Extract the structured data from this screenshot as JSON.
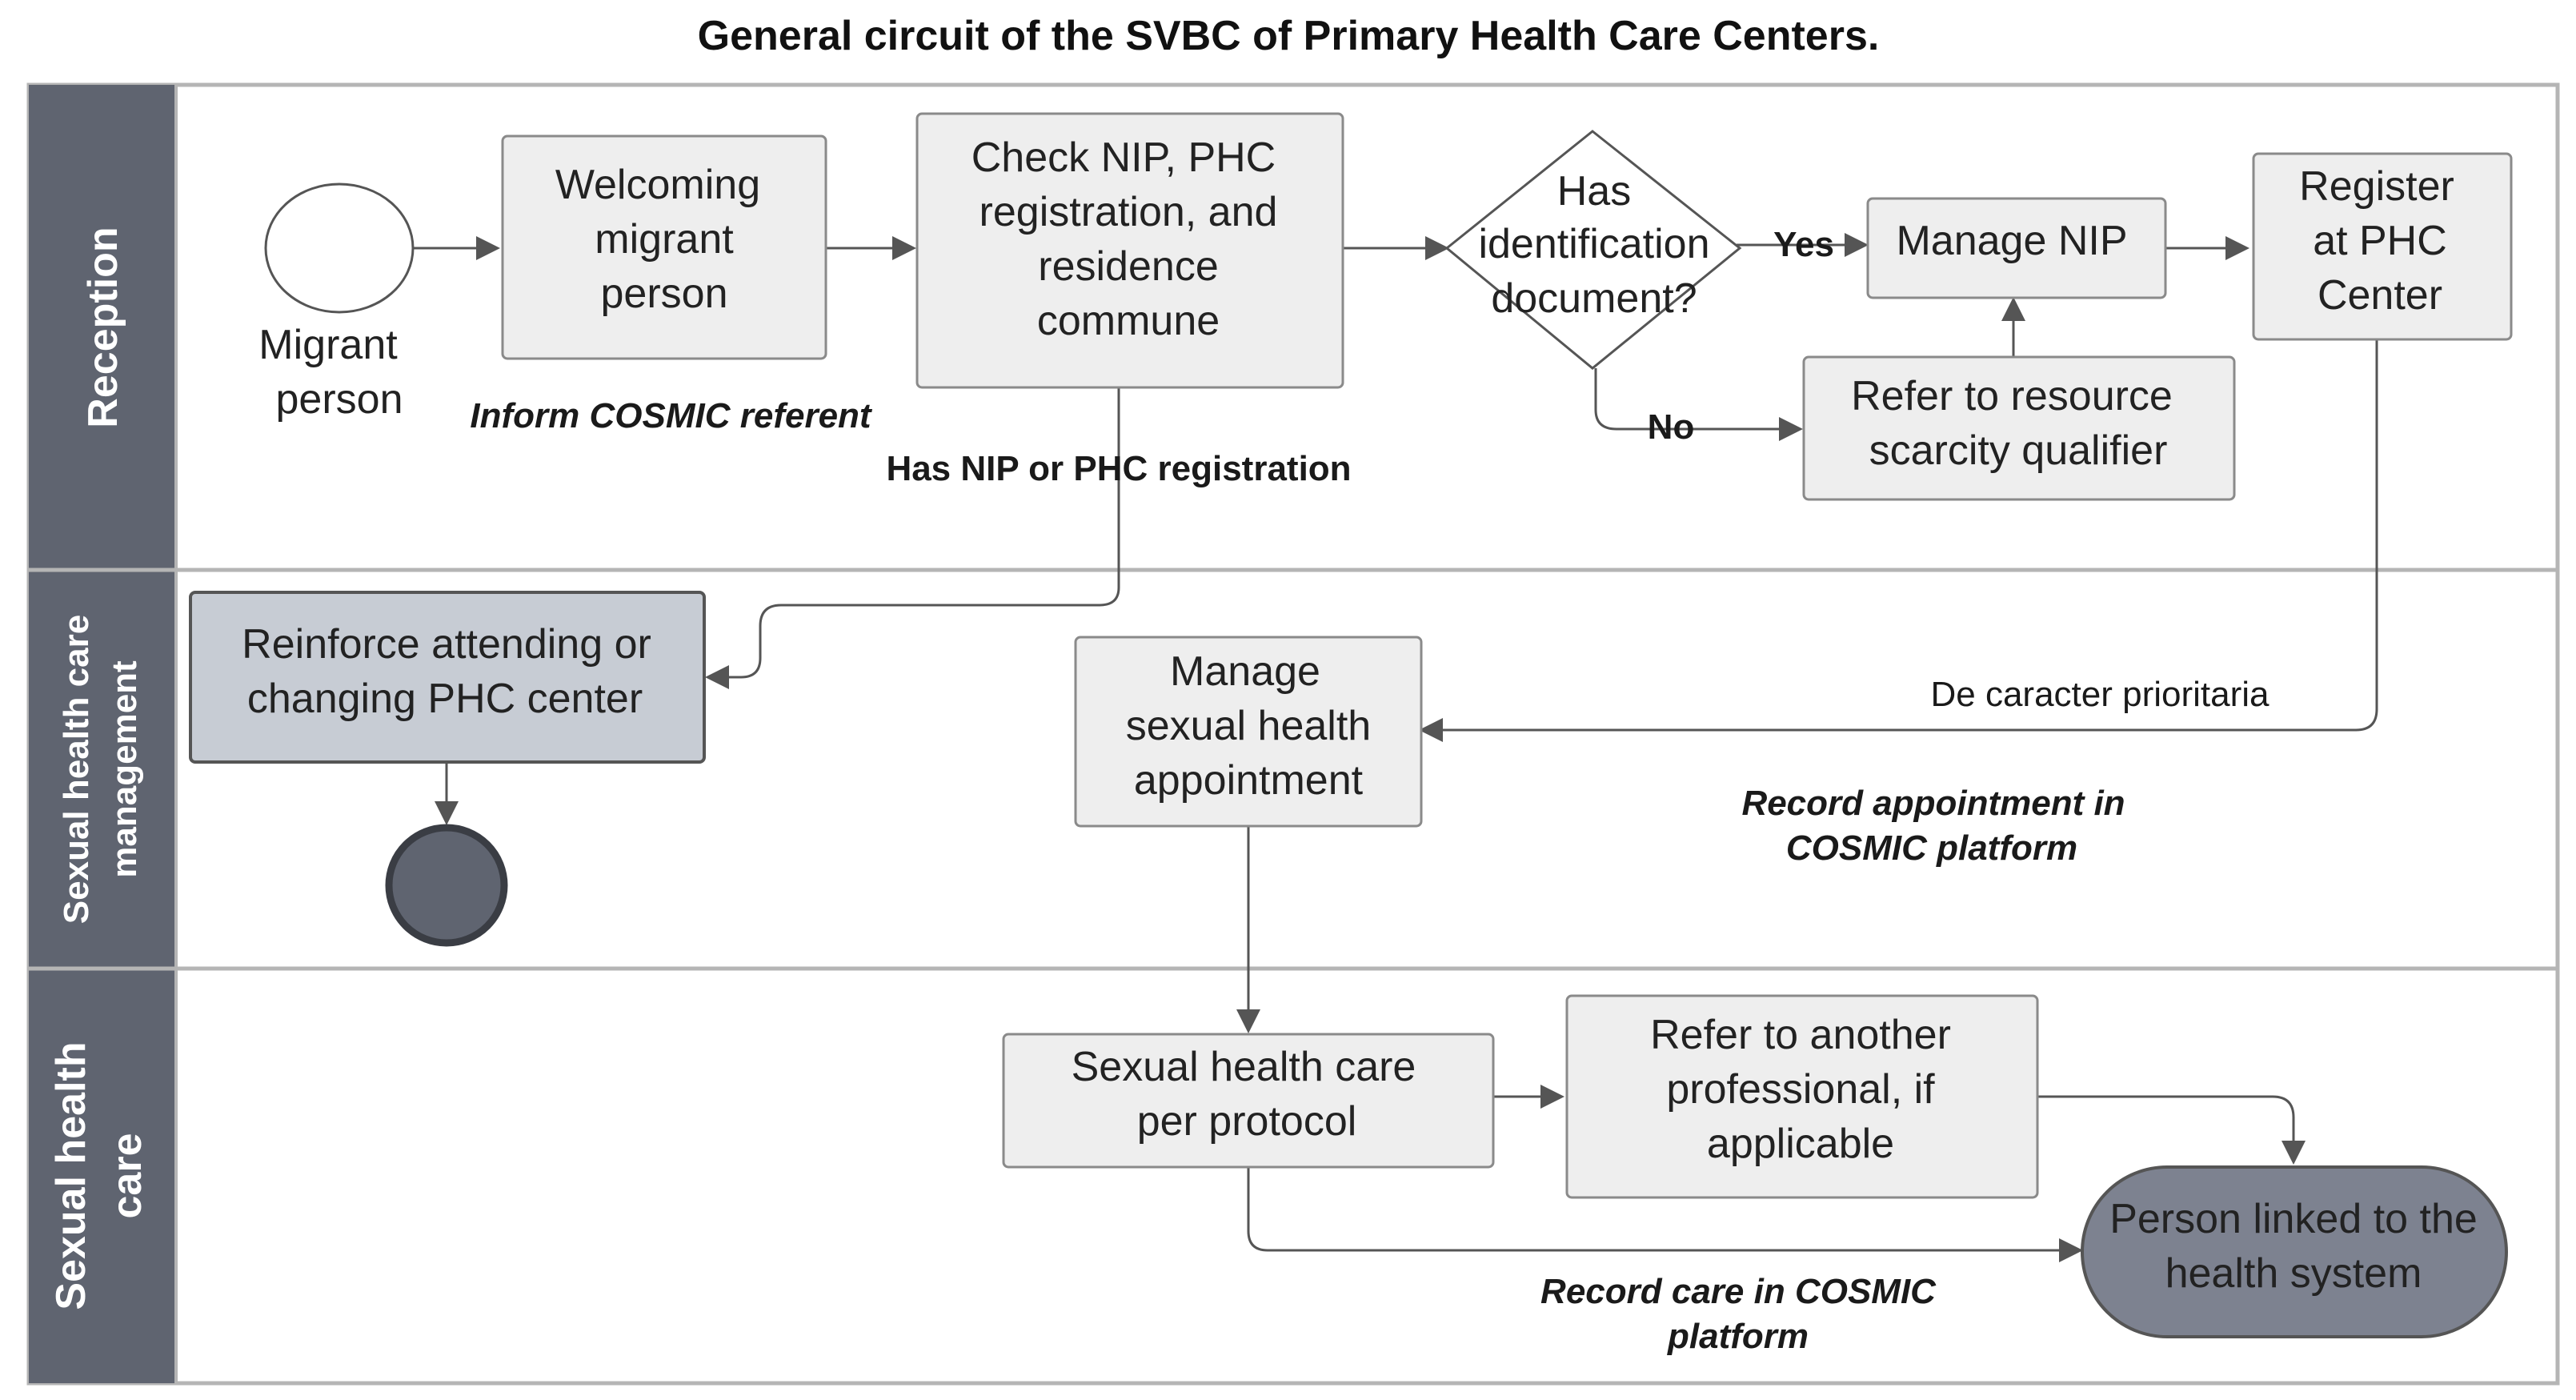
{
  "title": "General circuit of the SVBC of Primary Health Care Centers.",
  "colors": {
    "lane_header": "#5f6470",
    "node_fill": "#eeeeee",
    "node_fill_dark": "#c7ccd4",
    "terminal_fill": "#7d8290",
    "end_fill": "#5f6470",
    "line": "#555555"
  },
  "lanes": {
    "reception": "Reception",
    "management_line1": "Sexual health care",
    "management_line2": "management",
    "care_line1": "Sexual health",
    "care_line2": "care"
  },
  "nodes": {
    "start_label_1": "Migrant",
    "start_label_2": "person",
    "welcoming": [
      "Welcoming",
      "migrant",
      "person"
    ],
    "check": [
      "Check NIP, PHC",
      "registration, and",
      "residence",
      "commune"
    ],
    "decision": [
      "Has",
      "identification",
      "document?"
    ],
    "manage_nip": [
      "Manage NIP"
    ],
    "refer_resource": [
      "Refer to resource",
      "scarcity qualifier"
    ],
    "register": [
      "Register",
      "at PHC",
      "Center"
    ],
    "reinforce": [
      "Reinforce attending or",
      "changing PHC center"
    ],
    "manage_appointment": [
      "Manage",
      "sexual health",
      "appointment"
    ],
    "care_protocol": [
      "Sexual health care",
      "per protocol"
    ],
    "refer_professional": [
      "Refer to another",
      "professional, if",
      "applicable"
    ],
    "linked": [
      "Person linked to the",
      "health system"
    ]
  },
  "edge_labels": {
    "inform": "Inform COSMIC referent",
    "has_nip": "Has NIP or PHC registration",
    "yes": "Yes",
    "no": "No",
    "priority": "De caracter prioritaria",
    "record_appointment": [
      "Record appointment in",
      "COSMIC platform"
    ],
    "record_care": [
      "Record care in COSMIC",
      "platform"
    ]
  }
}
